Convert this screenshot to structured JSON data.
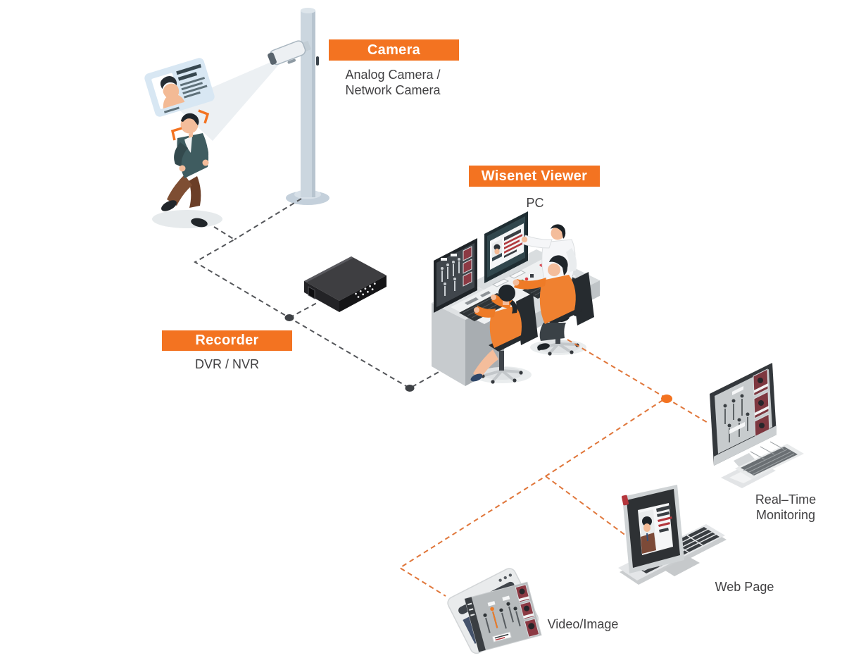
{
  "labels": {
    "camera": {
      "title": "Camera",
      "subtitle": [
        "Analog Camera /",
        "Network Camera"
      ]
    },
    "viewer": {
      "title": "Wisenet Viewer",
      "subtitle": "PC"
    },
    "recorder": {
      "title": "Recorder",
      "subtitle": "DVR / NVR"
    },
    "monitoring": {
      "caption": [
        "Real–Time",
        "Monitoring"
      ]
    },
    "webpage": {
      "caption": "Web Page"
    },
    "videoimage": {
      "caption": "Video/Image"
    }
  },
  "colors": {
    "accent": "#F37321",
    "orange_line": "#E0763A",
    "gray_line": "#54565A",
    "caption_text": "#414042",
    "badge_text": "#FFFFFF",
    "alert_red": "#8C3A44"
  },
  "icons": {
    "cctv_camera": "cctv-camera-on-pole",
    "id_card": "identity-card",
    "person": "walking-person-with-face-detection",
    "recorder": "network-recorder-box",
    "control_room": "operators-at-monitoring-console",
    "monitor": "desktop-monitor-with-keyboard",
    "laptop": "laptop-showing-profile",
    "browser": "browser-window-with-video"
  },
  "connections": {
    "gray": [
      "person -> junction",
      "camera pole -> junction",
      "junction -> recorder",
      "recorder -> wisenet viewer pc"
    ],
    "orange": [
      "wisenet viewer pc -> real-time monitoring monitor",
      "wisenet viewer pc -> web page laptop",
      "wisenet viewer pc -> video/image browser"
    ]
  }
}
